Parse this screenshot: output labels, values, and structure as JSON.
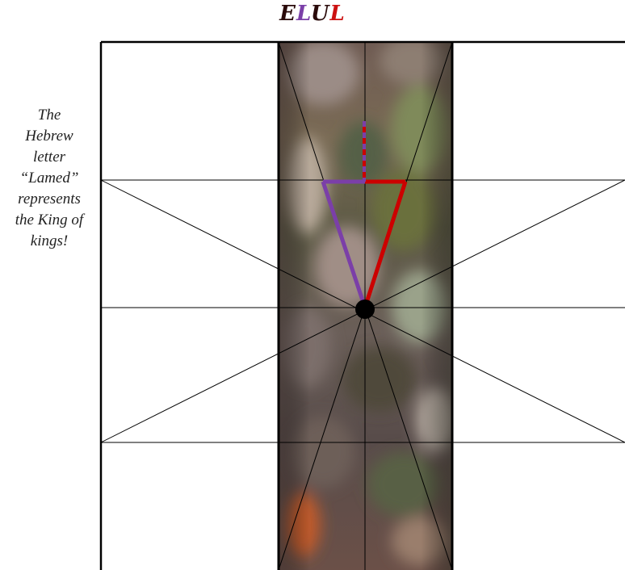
{
  "title": {
    "letters": [
      {
        "char": "E",
        "color": "#2a0a0a"
      },
      {
        "char": "L",
        "color": "#7b3fa8"
      },
      {
        "char": "U",
        "color": "#2a0a0a"
      },
      {
        "char": "L",
        "color": "#cc1111"
      }
    ]
  },
  "caption": {
    "lines": [
      "The",
      "Hebrew",
      "letter",
      "“Lamed”",
      "represents",
      "the King of",
      "kings!"
    ]
  },
  "colors": {
    "purple": "#7b3fa8",
    "red": "#cc0000",
    "grid_line": "#000000",
    "center_dot": "#000000"
  }
}
